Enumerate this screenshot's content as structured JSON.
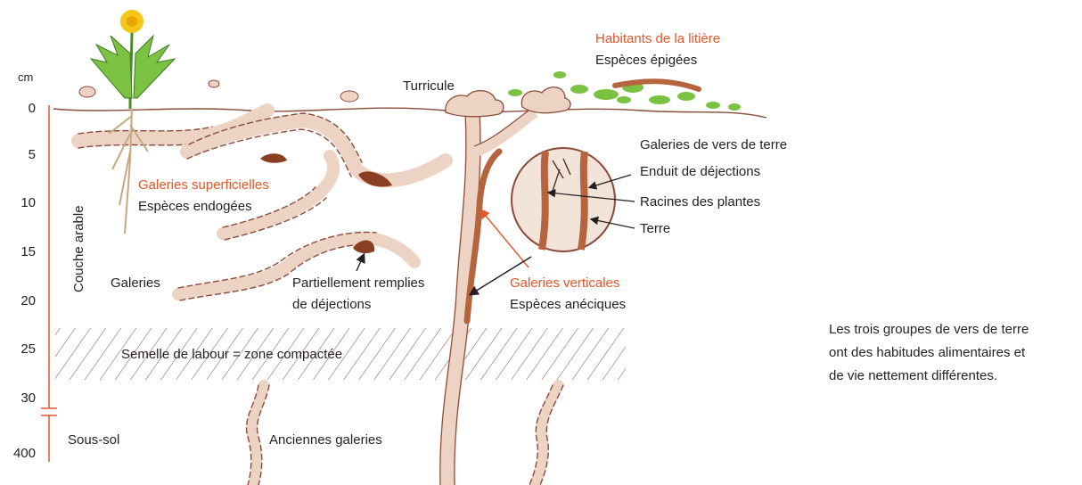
{
  "colors": {
    "accent_orange": "#e2572b",
    "text": "#231f20",
    "soil_line": "#8a4b3a",
    "burrow_fill": "#ecd3c4",
    "dejection": "#8b3f22",
    "green": "#7cc242",
    "ruler": "#e2572b"
  },
  "scale": {
    "unit": "cm",
    "ticks": [
      "0",
      "5",
      "10",
      "15",
      "20",
      "25",
      "30",
      "400"
    ],
    "axis_label": "Couche arable"
  },
  "labels": {
    "litter_title": "Habitants de la litière",
    "litter_sub": "Espèces épigées",
    "turricule": "Turricule",
    "surface_title": "Galeries superficielles",
    "surface_sub": "Espèces endogées",
    "galeries": "Galeries",
    "partial_1": "Partiellement remplies",
    "partial_2": "de déjections",
    "vertical_title": "Galeries verticales",
    "vertical_sub": "Espèces anéciques",
    "detail_1": "Galeries de vers de terre",
    "detail_2": "Enduit de déjections",
    "detail_3": "Racines des plantes",
    "detail_4": "Terre",
    "semelle": "Semelle de labour = zone compactée",
    "sous_sol": "Sous-sol",
    "anciennes": "Anciennes galeries",
    "note_1": "Les trois groupes de vers de terre",
    "note_2": "ont des habitudes alimentaires et",
    "note_3": "de vie nettement différentes."
  },
  "icons": {
    "plant": "dandelion-icon",
    "worm": "earthworm-icon",
    "leaves": "leaf-litter-icon"
  }
}
